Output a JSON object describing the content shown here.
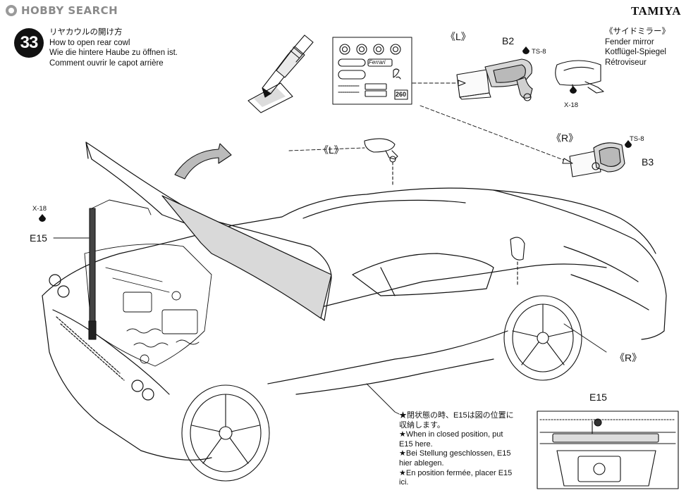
{
  "watermark": {
    "text": "HOBBY SEARCH"
  },
  "brand": {
    "name": "TAMIYA"
  },
  "step": {
    "number": "33",
    "title_ja": "リヤカウルの開け方",
    "title_en": "How to open rear cowl",
    "title_de": "Wie die hintere Haube zu öffnen ist.",
    "title_fr": "Comment ouvrir le capot arrière"
  },
  "decal_sheet": {
    "brand_text": "Ferrari",
    "sheet_number": "260"
  },
  "mirror": {
    "title_ja": "《サイドミラー》",
    "title_en": "Fender mirror",
    "title_de": "Kotflügel-Spiegel",
    "title_fr": "Rétroviseur"
  },
  "labels": {
    "left_top": "《L》",
    "left_mid": "《L》",
    "right_mid": "《R》",
    "right_bottom": "《R》",
    "part_b2": "B2",
    "part_b3": "B3",
    "paint_ts8_a": "TS-8",
    "paint_ts8_b": "TS-8",
    "paint_x18_mirror": "X-18",
    "paint_x18_rod": "X-18",
    "part_e15": "E15",
    "inset_e15": "E15"
  },
  "note": {
    "ja_line1": "★閉状態の時、E15は図の位置に",
    "ja_line2": "収納します。",
    "en_line1": "★When in closed position, put",
    "en_line2": "E15 here.",
    "de_line1": "★Bei Stellung geschlossen, E15",
    "de_line2": "hier ablegen.",
    "fr_line1": "★En position fermée, placer E15",
    "fr_line2": "ici."
  },
  "colors": {
    "ink": "#111111",
    "paper": "#ffffff",
    "watermark": "#8a8a8a"
  },
  "icons": [
    "step-badge",
    "hobby-knife-icon",
    "paint-drop-icon",
    "assembly-arrow",
    "open-direction-arrow"
  ]
}
